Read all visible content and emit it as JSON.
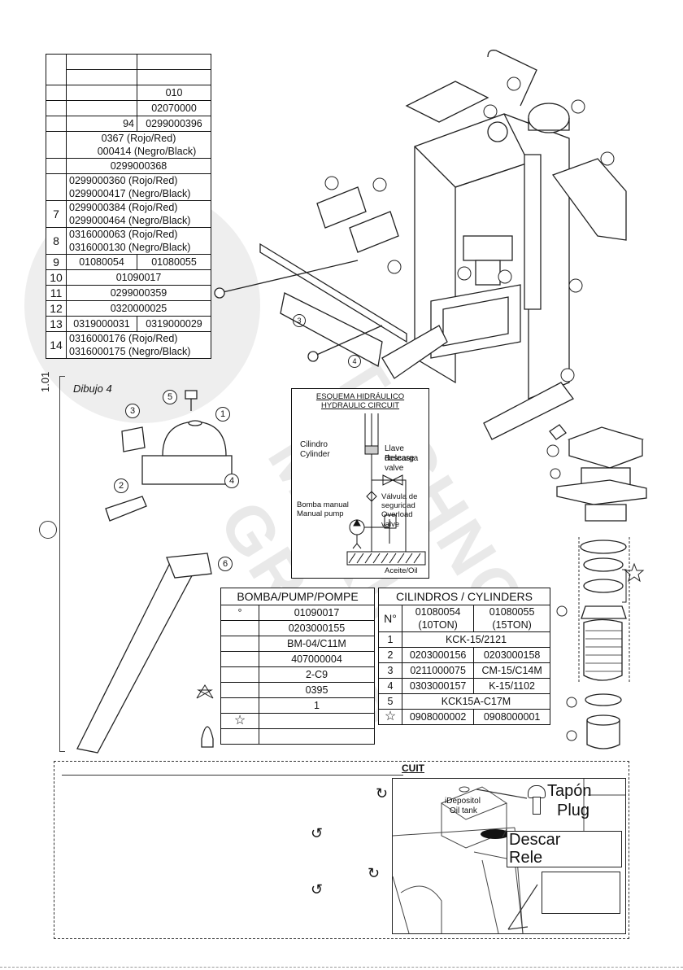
{
  "side_code": "1.01",
  "parts_table": {
    "rows": [
      {
        "num": "",
        "a": "",
        "b": ""
      },
      {
        "num": "",
        "a": "",
        "b": ""
      },
      {
        "num": "",
        "a": "",
        "b": "010"
      },
      {
        "num": "",
        "a": "",
        "b": "02070000"
      },
      {
        "num": "",
        "a": "94",
        "b": "0299000396"
      },
      {
        "num": "",
        "full1": "0367 (Rojo/Red)",
        "full2": "000414 (Negro/Black)"
      },
      {
        "num": "",
        "full1": "0299000368",
        "full2": ""
      },
      {
        "num": "",
        "full1": "0299000360 (Rojo/Red)",
        "full2": "0299000417 (Negro/Black)"
      },
      {
        "num": "7",
        "full1": "0299000384 (Rojo/Red)",
        "full2": "0299000464 (Negro/Black)"
      },
      {
        "num": "8",
        "full1": "0316000063 (Rojo/Red)",
        "full2": "0316000130 (Negro/Black)"
      },
      {
        "num": "9",
        "a": "01080054",
        "b": "01080055"
      },
      {
        "num": "10",
        "full1": "01090017",
        "full2": ""
      },
      {
        "num": "11",
        "full1": "0299000359",
        "full2": ""
      },
      {
        "num": "12",
        "full1": "0320000025",
        "full2": ""
      },
      {
        "num": "13",
        "a": "0319000031",
        "b": "0319000029"
      },
      {
        "num": "14",
        "full1": "0316000176 (Rojo/Red)",
        "full2": "0316000175 (Negro/Black)"
      }
    ]
  },
  "drawing_title": "Dibujo 4",
  "callouts": {
    "c1": "1",
    "c2": "2",
    "c3": "3",
    "c4": "4",
    "c5": "5",
    "c6": "6",
    "s3": "3",
    "s4": "4"
  },
  "hydraulic": {
    "title1": "ESQUEMA HIDRÁULICO",
    "title2": "HYDRAULIC CIRCUIT",
    "cyl1": "Cilindro",
    "cyl2": "Cylinder",
    "rel1": "Llave descarga",
    "rel2": "Release valve",
    "saf1": "Válvula de",
    "saf2": "seguridad",
    "saf3": "Overload valve",
    "pump1": "Bomba manual",
    "pump2": "Manual pump",
    "oil": "Aceite/Oil"
  },
  "pump_table": {
    "header": "BOMBA/PUMP/POMPE",
    "rows": [
      {
        "k": "°",
        "v": "01090017"
      },
      {
        "k": "",
        "v": "0203000155"
      },
      {
        "k": "",
        "v": "BM-04/C11M"
      },
      {
        "k": "",
        "v": "407000004"
      },
      {
        "k": "",
        "v": "2-C9"
      },
      {
        "k": "",
        "v": "0395"
      },
      {
        "k": "",
        "v": "1"
      },
      {
        "k": "☆",
        "v": ""
      },
      {
        "k": "",
        "v": ""
      }
    ]
  },
  "cyl_table": {
    "header": "CILINDROS / CYLINDERS",
    "col0": "N°",
    "col1a": "01080054",
    "col1b": "(10TON)",
    "col2a": "01080055",
    "col2b": "(15TON)",
    "rows": [
      {
        "n": "1",
        "full": "KCK-15/2121"
      },
      {
        "n": "2",
        "a": "0203000156",
        "b": "0203000158"
      },
      {
        "n": "3",
        "a": "0211000075",
        "b": "CM-15/C14M"
      },
      {
        "n": "4",
        "a": "0303000157",
        "b": "K-15/1102"
      },
      {
        "n": "5",
        "full": "KCK15A-C17M"
      },
      {
        "n": "☆",
        "a": "0908000002",
        "b": "0908000001"
      }
    ]
  },
  "bottom": {
    "heading": "CUIT",
    "tank1": "iDepositol",
    "tank2": "Oil tank",
    "plug1": "Tapón",
    "plug2": "Plug",
    "rel1": "Descar",
    "rel2": "Rele"
  },
  "watermark": [
    "T",
    "ECHNO",
    "MAKING",
    "GROUP"
  ]
}
